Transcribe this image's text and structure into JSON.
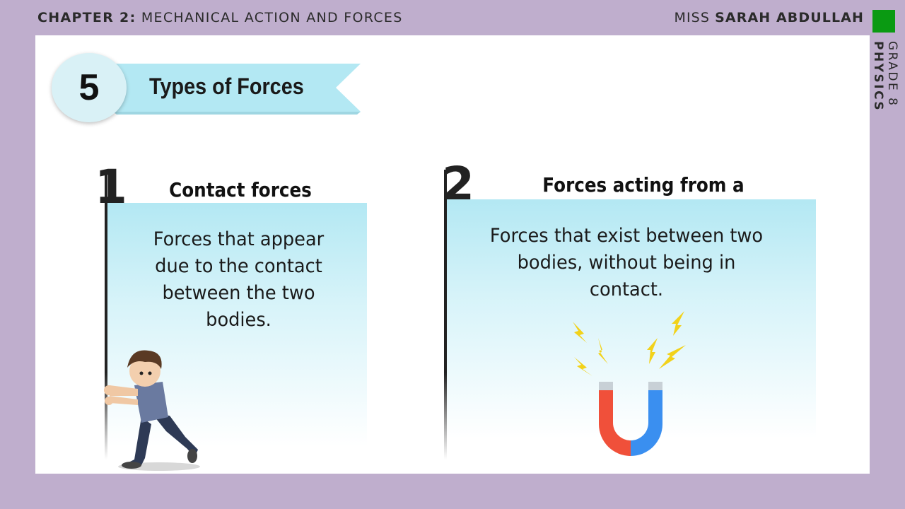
{
  "header": {
    "chapter_label": "CHAPTER 2:",
    "chapter_title": "MECHANICAL ACTION AND FORCES",
    "teacher_prefix": "MISS",
    "teacher_name": "SARAH ABDULLAH",
    "accent_color": "#0a9a12"
  },
  "side": {
    "grade": "GRADE 8",
    "subject": "PHYSICS"
  },
  "section": {
    "number": "5",
    "title": "Types of Forces",
    "ribbon_color": "#b3e8f3"
  },
  "cards": [
    {
      "number": "1",
      "title": "Contact forces",
      "text": "Forces that appear due to the contact between the two bodies.",
      "illustration": "boy-pushing-wall"
    },
    {
      "number": "2",
      "title": "Forces acting from a distance",
      "text": "Forces that exist between two bodies, without being in contact.",
      "illustration": "horseshoe-magnet"
    }
  ]
}
